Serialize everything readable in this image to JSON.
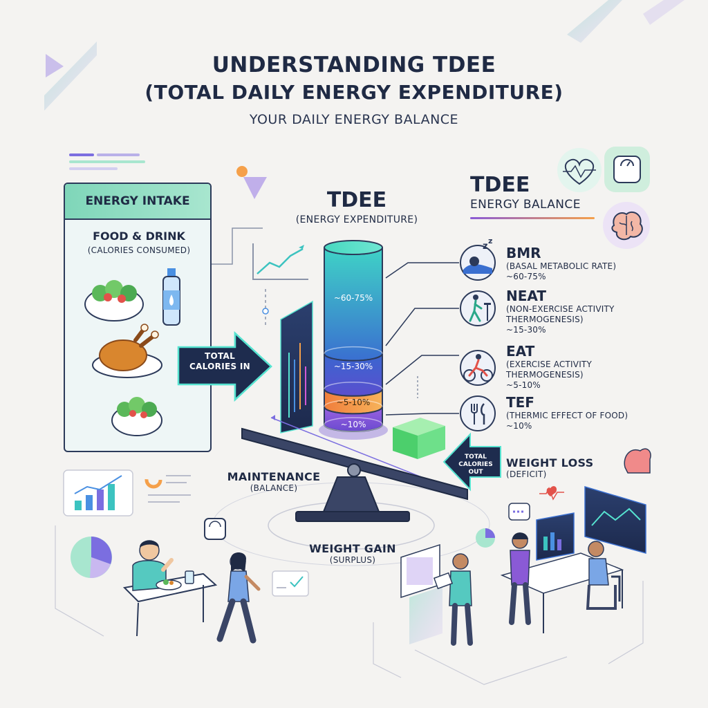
{
  "header": {
    "title_line1": "UNDERSTANDING TDEE",
    "title_line2": "(TOTAL DAILY ENERGY EXPENDITURE)",
    "subtitle": "YOUR DAILY ENERGY BALANCE"
  },
  "intake": {
    "header": "ENERGY INTAKE",
    "food_label": "FOOD & DRINK",
    "food_sub": "(CALORIES CONSUMED)",
    "arrow_label_1": "TOTAL",
    "arrow_label_2": "CALORIES IN"
  },
  "tdee_center": {
    "title": "TDEE",
    "subtitle": "(ENERGY EXPENDITURE)",
    "segments": [
      {
        "label": "~60-75%",
        "fraction": 0.6
      },
      {
        "label": "~15-30%",
        "fraction": 0.2
      },
      {
        "label": "~5-10%",
        "fraction": 0.1
      },
      {
        "label": "~10%",
        "fraction": 0.1
      }
    ]
  },
  "tdee_right": {
    "title": "TDEE",
    "subtitle": "ENERGY BALANCE"
  },
  "components": [
    {
      "name": "BMR",
      "desc1": "(BASAL METABOLIC RATE)",
      "desc2": "",
      "pct": "~60-75%",
      "icon": "sleep-icon"
    },
    {
      "name": "NEAT",
      "desc1": "(NON-EXERCISE ACTIVITY",
      "desc2": "THERMOGENESIS)",
      "pct": "~15-30%",
      "icon": "walking-icon"
    },
    {
      "name": "EAT",
      "desc1": "(EXERCISE ACTIVITY",
      "desc2": "THERMOGENESIS)",
      "pct": "~5-10%",
      "icon": "cycling-icon"
    },
    {
      "name": "TEF",
      "desc1": "(THERMIC EFFECT OF FOOD)",
      "desc2": "",
      "pct": "~10%",
      "icon": "fork-knife-icon"
    }
  ],
  "balance": {
    "maintenance": "MAINTENANCE",
    "maintenance_sub": "(BALANCE)",
    "weight_gain": "WEIGHT GAIN",
    "weight_gain_sub": "(SURPLUS)",
    "weight_loss": "WEIGHT LOSS",
    "weight_loss_sub": "(DEFICIT)",
    "out_label_1": "TOTAL",
    "out_label_2": "CALORIES",
    "out_label_3": "OUT"
  },
  "colors": {
    "navy": "#1f2a44",
    "mint": "#7fd6b9",
    "teal": "#3cc3c0",
    "blue": "#3a5fc8",
    "orange": "#f5a04a",
    "purple": "#8a5ad6",
    "green_block": "#6ed68a"
  }
}
